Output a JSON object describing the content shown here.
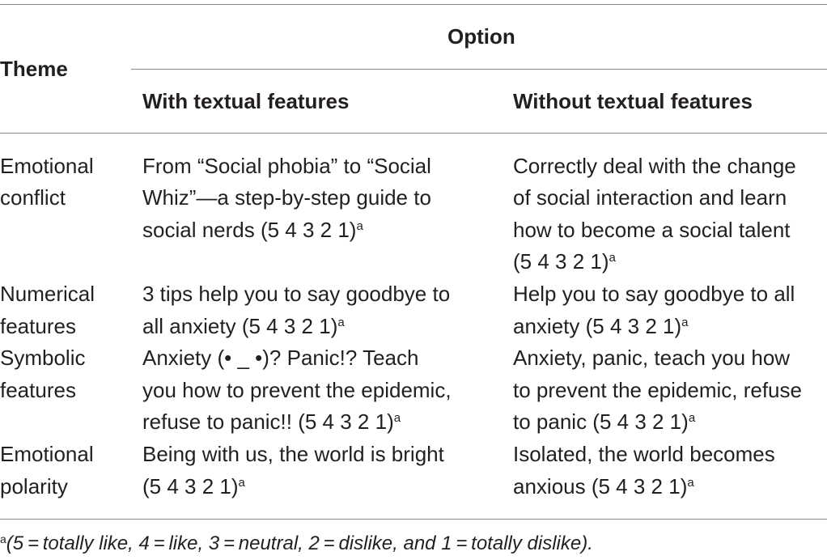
{
  "table": {
    "headers": {
      "theme": "Theme",
      "option": "Option",
      "with": "With textual features",
      "without": "Without textual features"
    },
    "rows": [
      {
        "theme": [
          "Emotional",
          "conflict"
        ],
        "with": [
          "From “Social phobia” to “Social",
          "Whiz”—a step-by-step guide to",
          "social nerds (5 4 3 2 1)"
        ],
        "without": [
          "Correctly deal with the change",
          "of social interaction and learn",
          "how to become a social talent",
          "(5 4 3 2 1)"
        ]
      },
      {
        "theme": [
          "Numerical",
          "features"
        ],
        "with": [
          "3 tips help you to say goodbye to",
          "all anxiety (5 4 3 2 1)"
        ],
        "without": [
          "Help you to say goodbye to all",
          "anxiety (5 4 3 2 1)"
        ]
      },
      {
        "theme": [
          "Symbolic",
          "features"
        ],
        "with": [
          "Anxiety (• _ •)? Panic!? Teach",
          "you how to prevent the epidemic,",
          "refuse to panic!! (5 4 3 2 1)"
        ],
        "without": [
          "Anxiety, panic, teach you how",
          "to prevent the epidemic, refuse",
          "to panic (5 4 3 2 1)"
        ]
      },
      {
        "theme": [
          "Emotional",
          "polarity"
        ],
        "with": [
          "Being with us, the world is bright",
          "(5 4 3 2 1)"
        ],
        "without": [
          "Isolated, the world becomes",
          "anxious (5 4 3 2 1)"
        ]
      }
    ],
    "footnote_marker": "a"
  },
  "footnote": {
    "marker": "a",
    "text": "(5 = totally like, 4 = like, 3 = neutral, 2 = dislike, and 1 = totally dislike)."
  }
}
